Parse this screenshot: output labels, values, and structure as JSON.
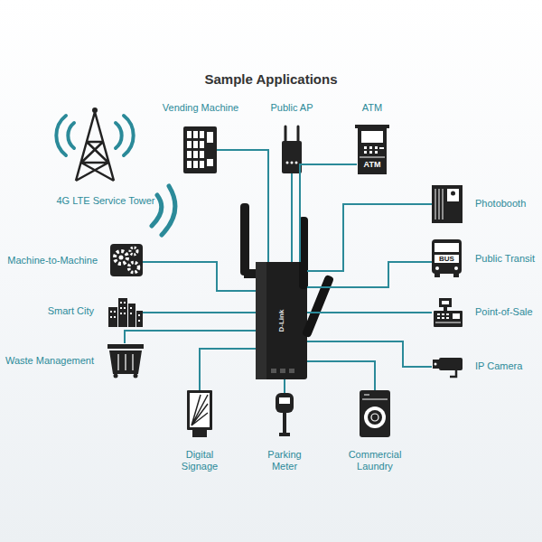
{
  "diagram": {
    "title": "Sample Applications",
    "nodes": [
      {
        "text": [
          "4G LTE Service Tower"
        ]
      },
      {
        "text": [
          "Vending Machine"
        ]
      },
      {
        "text": [
          "Public AP"
        ]
      },
      {
        "text": [
          "ATM",
          "ATM"
        ]
      },
      {
        "text": [
          "Photobooth"
        ]
      },
      {
        "text": [
          "Machine-to-Machine"
        ]
      },
      {
        "text": [
          "D-Link"
        ]
      },
      {
        "text": [
          "Public Transit",
          "BUS"
        ]
      },
      {
        "text": [
          "Smart City"
        ]
      },
      {
        "text": [
          "Point-of-Sale"
        ]
      },
      {
        "text": [
          "Waste Management"
        ]
      },
      {
        "text": [
          "IP Camera"
        ]
      },
      {
        "text": [
          "Digital Signage"
        ]
      },
      {
        "text": [
          "Parking Meter"
        ]
      },
      {
        "text": [
          "Commercial Laundry"
        ]
      }
    ],
    "edges": [
      {
        "from": 1,
        "to": 6,
        "arrow": "none"
      },
      {
        "from": 2,
        "to": 6,
        "arrow": "none"
      },
      {
        "from": 3,
        "to": 6,
        "arrow": "none"
      },
      {
        "from": 4,
        "to": 6,
        "arrow": "none"
      },
      {
        "from": 5,
        "to": 6,
        "arrow": "none"
      },
      {
        "from": 7,
        "to": 6,
        "arrow": "none"
      },
      {
        "from": 8,
        "to": 6,
        "arrow": "none"
      },
      {
        "from": 9,
        "to": 6,
        "arrow": "none"
      },
      {
        "from": 10,
        "to": 6,
        "arrow": "none"
      },
      {
        "from": 11,
        "to": 6,
        "arrow": "none"
      },
      {
        "from": 12,
        "to": 6,
        "arrow": "none"
      },
      {
        "from": 13,
        "to": 6,
        "arrow": "none"
      },
      {
        "from": 14,
        "to": 6,
        "arrow": "none"
      }
    ]
  }
}
